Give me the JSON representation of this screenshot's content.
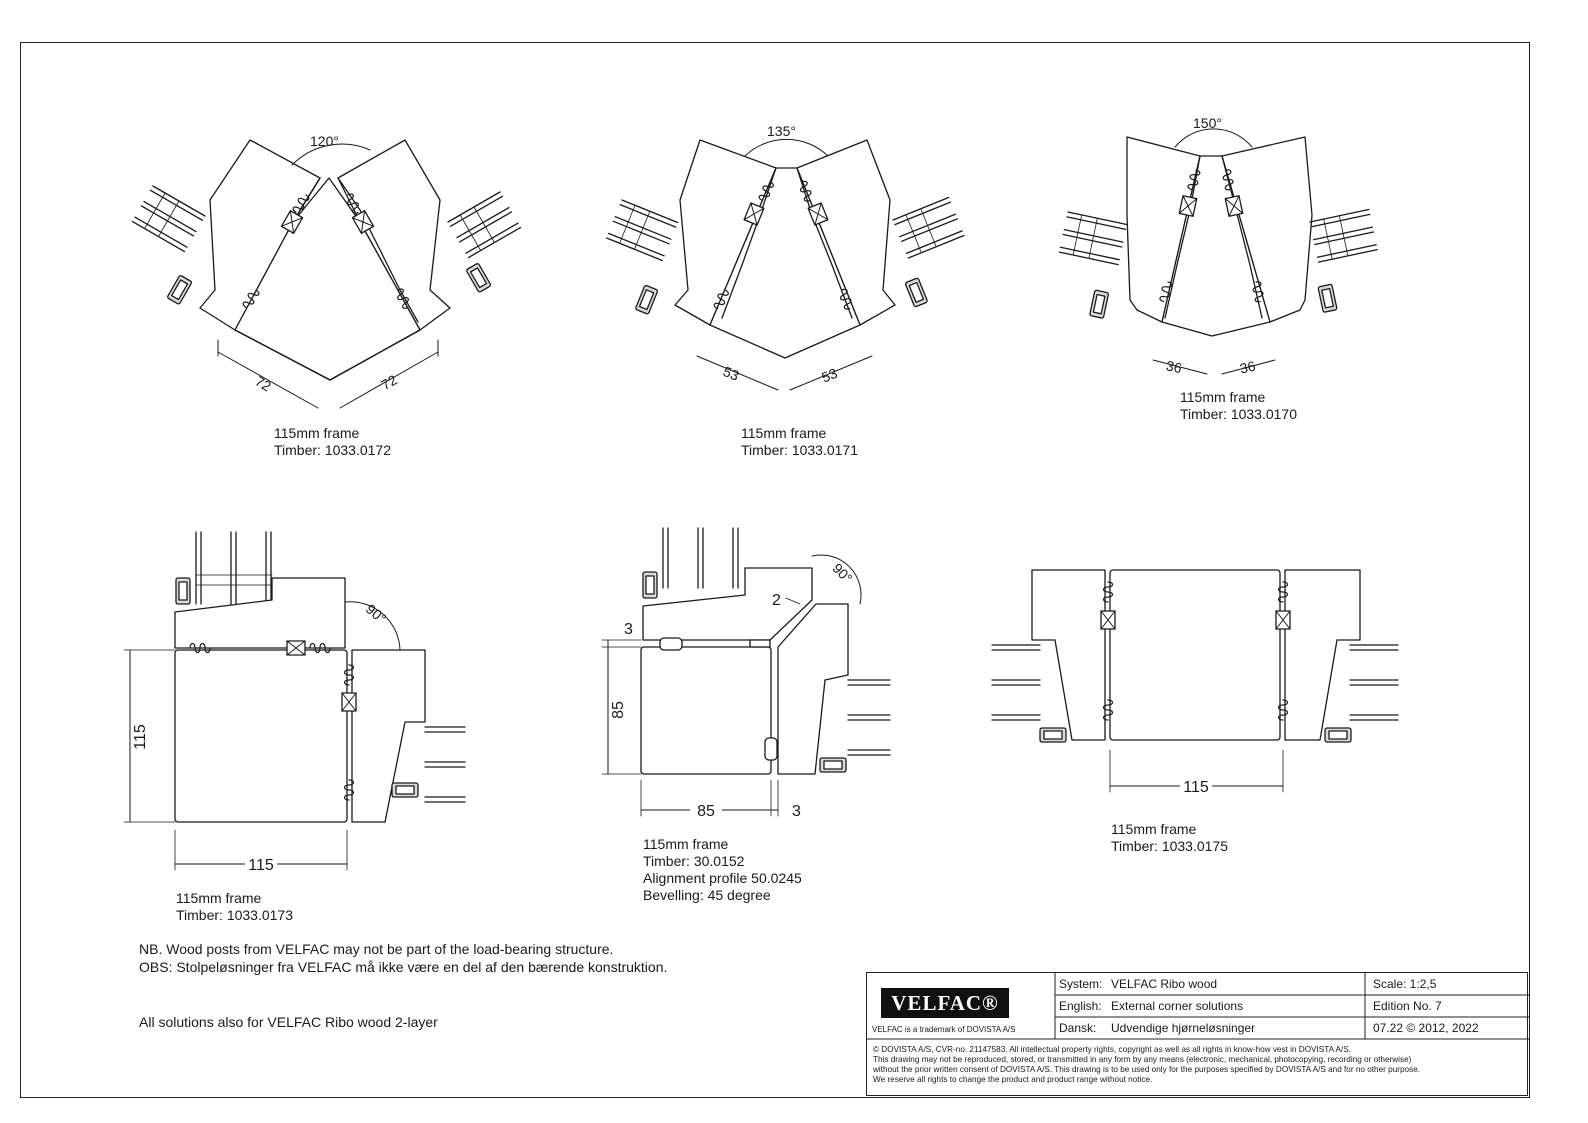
{
  "details": [
    {
      "id": "d1",
      "angle": "120°",
      "dims": [
        "72",
        "72"
      ],
      "caption": [
        "115mm frame",
        "Timber: 1033.0172"
      ]
    },
    {
      "id": "d2",
      "angle": "135°",
      "dims": [
        "53",
        "53"
      ],
      "caption": [
        "115mm frame",
        "Timber: 1033.0171"
      ]
    },
    {
      "id": "d3",
      "angle": "150°",
      "dims": [
        "36",
        "36"
      ],
      "caption": [
        "115mm frame",
        "Timber: 1033.0170"
      ]
    },
    {
      "id": "d4",
      "angle": "90°",
      "dims": [
        "115",
        "115"
      ],
      "caption": [
        "115mm frame",
        "Timber: 1033.0173"
      ]
    },
    {
      "id": "d5",
      "angle": "90°",
      "dims": [
        "3",
        "85",
        "85",
        "3",
        "2"
      ],
      "caption": [
        "115mm frame",
        "Timber: 30.0152",
        "Alignment profile 50.0245",
        "Bevelling: 45 degree"
      ]
    },
    {
      "id": "d6",
      "dims": [
        "115"
      ],
      "caption": [
        "115mm frame",
        "Timber: 1033.0175"
      ]
    }
  ],
  "notes": {
    "nb": "NB. Wood posts from VELFAC may not be part of the load-bearing structure.",
    "obs": "OBS: Stolpeløsninger fra VELFAC må ikke være en del af den bærende konstruktion.",
    "all": "All solutions also for VELFAC Ribo wood 2-layer"
  },
  "titleblock": {
    "logo": "VELFAC®",
    "trademark": "VELFAC is a trademark of DOVISTA A/S",
    "system_label": "System:",
    "system": "VELFAC Ribo wood",
    "english_label": "English:",
    "english": "External corner solutions",
    "dansk_label": "Dansk:",
    "dansk": "Udvendige hjørneløsninger",
    "scale": "Scale: 1:2,5",
    "edition": "Edition No. 7",
    "date": "07.22 © 2012, 2022",
    "copyright": [
      "© DOVISTA A/S, CVR-no. 21147583. All intellectual property rights, copyright as well as all rights in know-how vest in DOVISTA A/S.",
      "This drawing may not be reproduced, stored, or transmitted in any form by any means (electronic, mechanical, photocopying, recording or otherwise)",
      "without the prior written consent of DOVISTA A/S. This drawing is to be used only for the purposes specified by DOVISTA A/S and for no other purpose.",
      "We reserve all rights to change the product and product range without notice."
    ]
  },
  "colors": {
    "line": "#1a1a1a",
    "paper": "#ffffff",
    "logo_bg": "#111111"
  }
}
